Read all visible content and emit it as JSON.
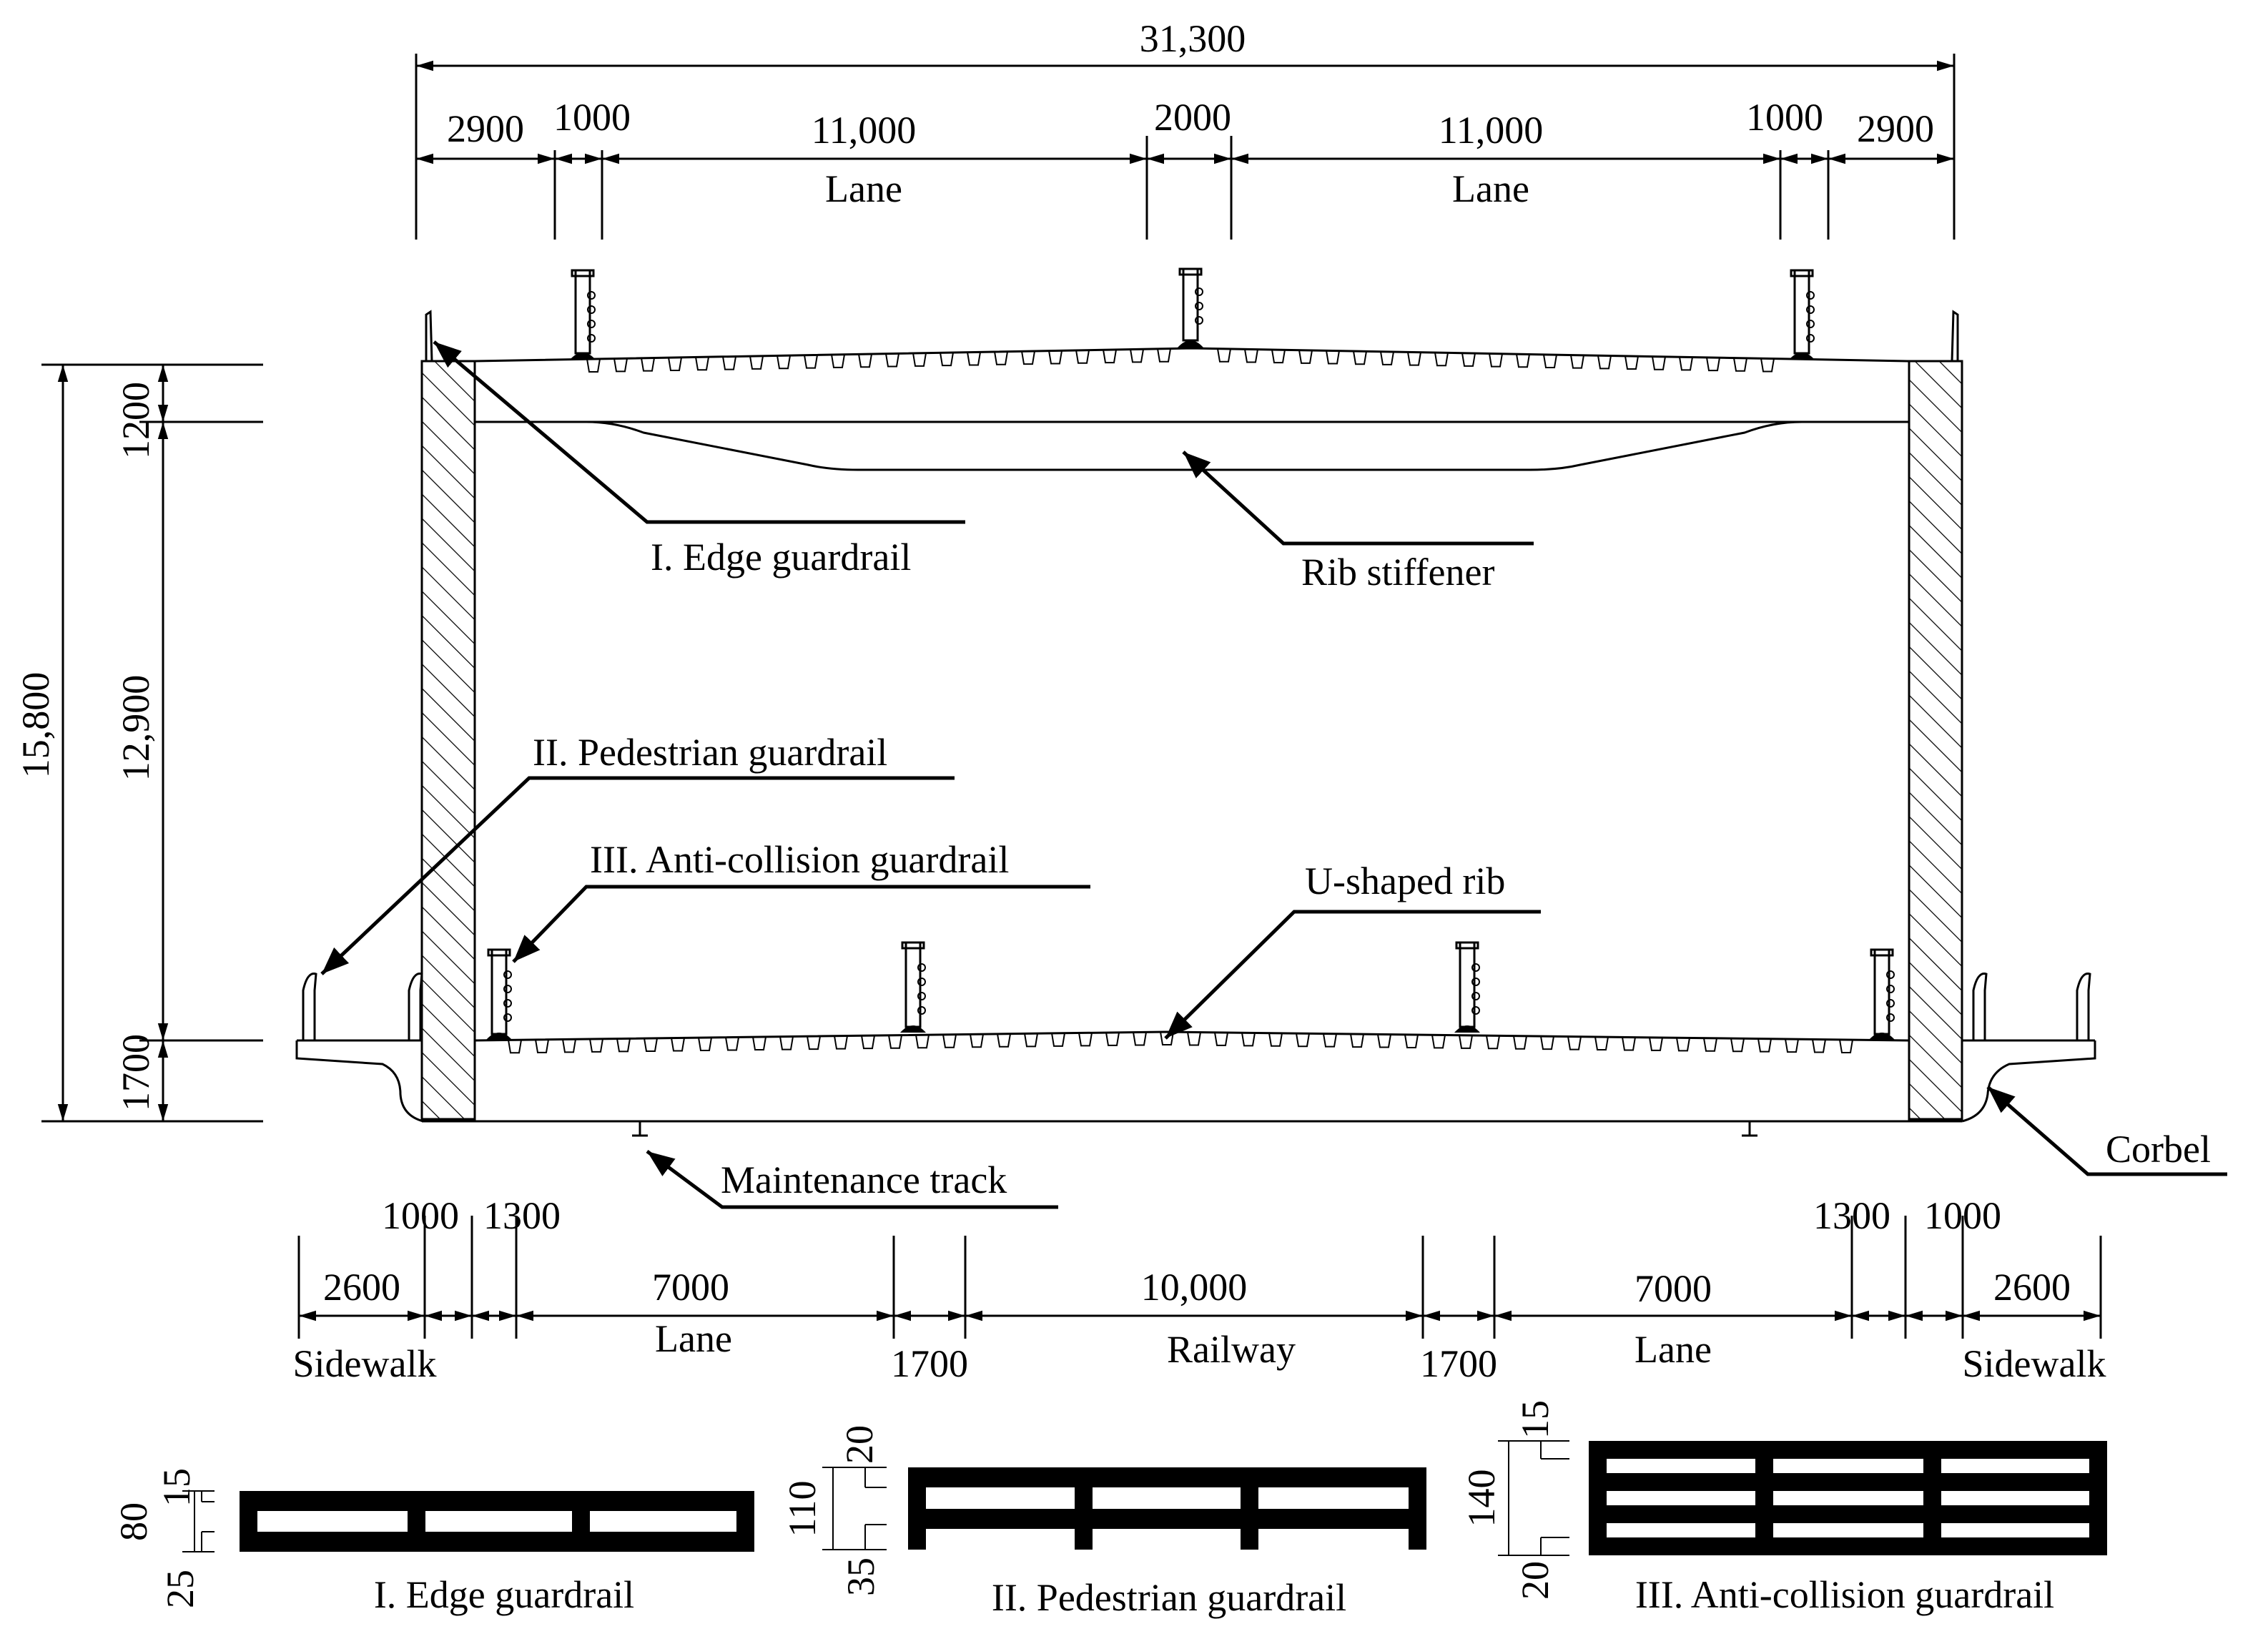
{
  "top_dimensions": {
    "overall": "31,300",
    "segments": [
      "2900",
      "1000",
      "11,000",
      "2000",
      "11,000",
      "1000",
      "2900"
    ],
    "lane_labels": [
      "Lane",
      "Lane"
    ]
  },
  "vertical_dimensions": {
    "overall": "15,800",
    "top_deck": "1200",
    "clear_height": "12,900",
    "bottom_deck": "1700"
  },
  "labels": {
    "edge_guardrail": "I. Edge guardrail",
    "rib_stiffener": "Rib stiffener",
    "pedestrian_guardrail": "II. Pedestrian guardrail",
    "anti_collision_guardrail": "III. Anti-collision guardrail",
    "u_shaped_rib": "U-shaped rib",
    "maintenance_track": "Maintenance track",
    "corbel": "Corbel"
  },
  "bottom_dimensions": {
    "upper_row": [
      "1000",
      "1300",
      "1300",
      "1000"
    ],
    "main_row": [
      "2600",
      "7000",
      "10,000",
      "7000",
      "2600"
    ],
    "between_row": [
      "1700",
      "1700"
    ],
    "zone_labels": [
      "Sidewalk",
      "Lane",
      "Railway",
      "Lane",
      "Sidewalk"
    ]
  },
  "guardrail_details": [
    {
      "caption": "I. Edge guardrail",
      "dims": [
        "15",
        "80",
        "25"
      ]
    },
    {
      "caption": "II. Pedestrian guardrail",
      "dims": [
        "20",
        "110",
        "35"
      ]
    },
    {
      "caption": "III. Anti-collision guardrail",
      "dims": [
        "15",
        "140",
        "20"
      ]
    }
  ]
}
